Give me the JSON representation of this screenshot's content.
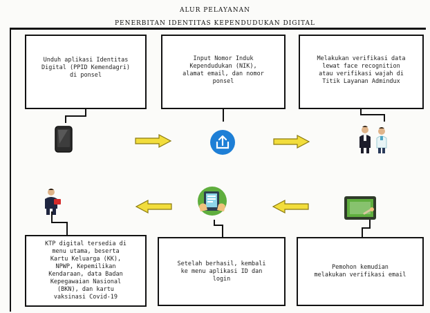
{
  "title_line1": "ALUR PELAYANAN",
  "title_line2": "PENERBITAN IDENTITAS KEPENDUDUKAN DIGITAL",
  "steps": [
    {
      "text": "Unduh aplikasi Identitas\nDigital (PPID Kemendagri)\ndi ponsel",
      "icon": "smartphone-icon"
    },
    {
      "text": "Input Nomor Induk\nKependudukan (NIK),\nalamat email, dan nomor\nponsel",
      "icon": "upload-icon"
    },
    {
      "text": "Melakukan verifikasi data\nlewat face recognition\natau verifikasi wajah di\nTitik Layanan Admindux",
      "icon": "officers-icon"
    },
    {
      "text": "Pemohon kemudian\nmelakukan verifikasi email",
      "icon": "tablet-icon"
    },
    {
      "text": "Setelah berhasil, kembali\nke menu aplikasi ID dan\nlogin",
      "icon": "phone-app-icon"
    },
    {
      "text": "KTP digital tersedia di\nmenu utama, beserta\nKartu Keluarga (KK),\nNPWP, Kepemilikan\nKendaraan, data Badan\nKepegawaian Nasional\n(BKN), dan kartu\nvaksinasi Covid-19",
      "icon": "citizen-icon"
    }
  ],
  "colors": {
    "arrow_fill": "#f2dd3c",
    "arrow_stroke": "#8a7a10",
    "upload_circle": "#1e7fd6",
    "app_green": "#5fae3e",
    "border": "#111111"
  }
}
